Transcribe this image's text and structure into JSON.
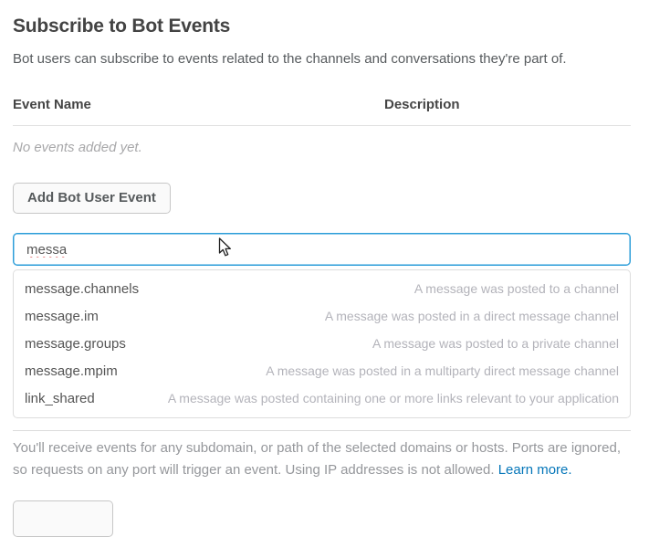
{
  "page": {
    "title": "Subscribe to Bot Events",
    "subtitle": "Bot users can subscribe to events related to the channels and conversations they're part of."
  },
  "events_table": {
    "columns": {
      "event_name": "Event Name",
      "description": "Description"
    },
    "empty_message": "No events added yet."
  },
  "toolbar": {
    "add_event_label": "Add Bot User Event"
  },
  "event_search": {
    "value": "messa",
    "suggestions": [
      {
        "name": "message.channels",
        "description": "A message was posted to a channel"
      },
      {
        "name": "message.im",
        "description": "A message was posted in a direct message channel"
      },
      {
        "name": "message.groups",
        "description": "A message was posted to a private channel"
      },
      {
        "name": "message.mpim",
        "description": "A message was posted in a multiparty direct message channel"
      },
      {
        "name": "link_shared",
        "description": "A message was posted containing one or more links relevant to your application"
      }
    ]
  },
  "footer_note": {
    "text": "You'll receive events for any subdomain, or path of the selected domains or hosts. Ports are ignored, so requests on any port will trigger an event. Using IP addresses is not allowed.",
    "link_label": "Learn more."
  },
  "colors": {
    "accent_blue": "#2b9dd9",
    "link_blue": "#0576b9",
    "heading": "#434343",
    "muted_gray": "#b3b3ba",
    "spellcheck_red": "#e04f4f"
  }
}
